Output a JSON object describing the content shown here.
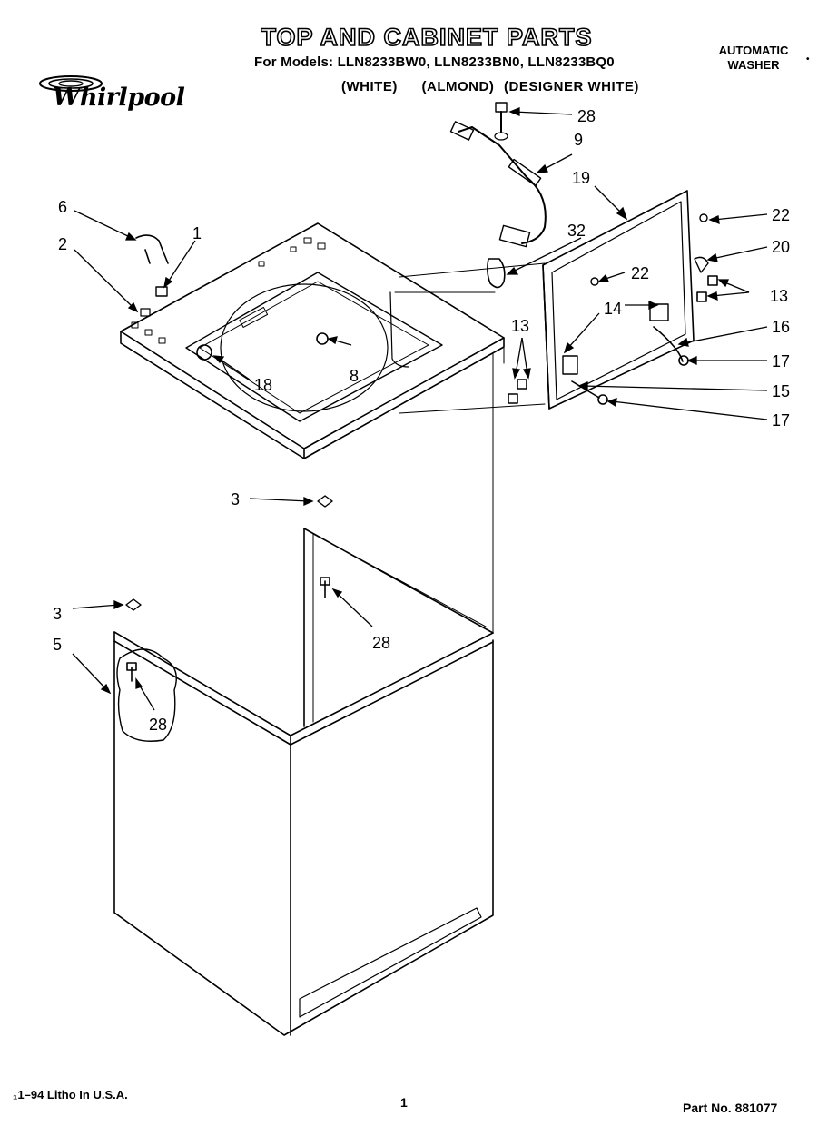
{
  "header": {
    "title": "TOP AND CABINET PARTS",
    "models_line": "For Models: LLN8233BW0, LLN8233BN0, LLN8233BQ0",
    "colors": [
      "(WHITE)",
      "(ALMOND)",
      "(DESIGNER WHITE)"
    ],
    "product_type_line1": "AUTOMATIC",
    "product_type_line2": "WASHER",
    "brand": "Whirlpool",
    "corner_mark": "•"
  },
  "callouts": {
    "c28_top": "28",
    "c9": "9",
    "c19": "19",
    "c22_right": "22",
    "c20": "20",
    "c32": "32",
    "c22_inner": "22",
    "c13_right": "13",
    "c14": "14",
    "c16": "16",
    "c13_left": "13",
    "c17_upper": "17",
    "c15": "15",
    "c17_lower": "17",
    "c6": "6",
    "c1": "1",
    "c2": "2",
    "c8": "8",
    "c18": "18",
    "c3_upper": "3",
    "c28_mid": "28",
    "c3_lower": "3",
    "c5": "5",
    "c28_inset": "28"
  },
  "footer": {
    "litho": "₁1–94 Litho In U.S.A.",
    "page": "1",
    "part_no": "Part No. 881077"
  }
}
